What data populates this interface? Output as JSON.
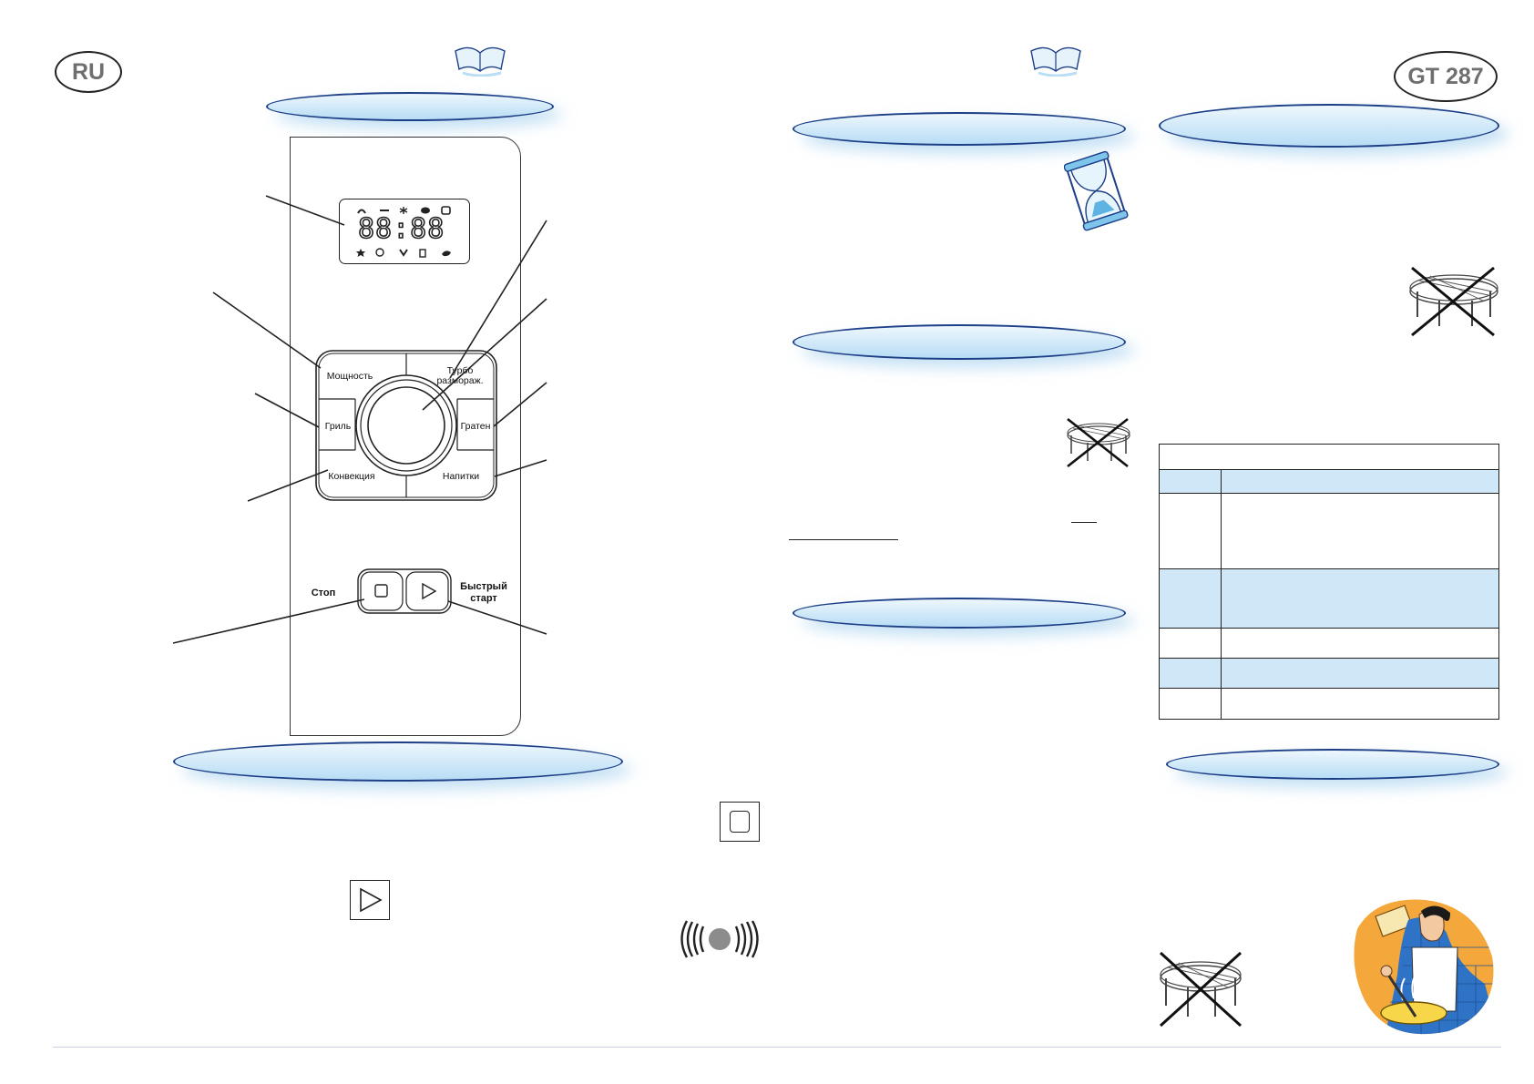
{
  "header": {
    "lang_badge": "RU",
    "model_badge": "GT 287"
  },
  "panel": {
    "display_digits": "88:88",
    "buttons": {
      "power": "Мощность",
      "turbo_line1": "Турбо",
      "turbo_line2": "размораж.",
      "grill": "Гриль",
      "gratin": "Гратен",
      "convection": "Конвекция",
      "drinks": "Напитки",
      "stop": "Стоп",
      "quickstart_line1": "Быстрый",
      "quickstart_line2": "старт"
    }
  },
  "icons": {
    "book": "book-icon",
    "hourglass": "hourglass-icon",
    "crossed_rack": "crossed-rack-icon",
    "stop": "stop-square-icon",
    "play": "play-triangle-icon",
    "vibration": "vibration-icon",
    "chef": "chef-illustration"
  },
  "colors": {
    "ellipse_stroke": "#1c3f87",
    "ellipse_fill": "#cfe8f8",
    "table_highlight": "#cfe7f7"
  }
}
